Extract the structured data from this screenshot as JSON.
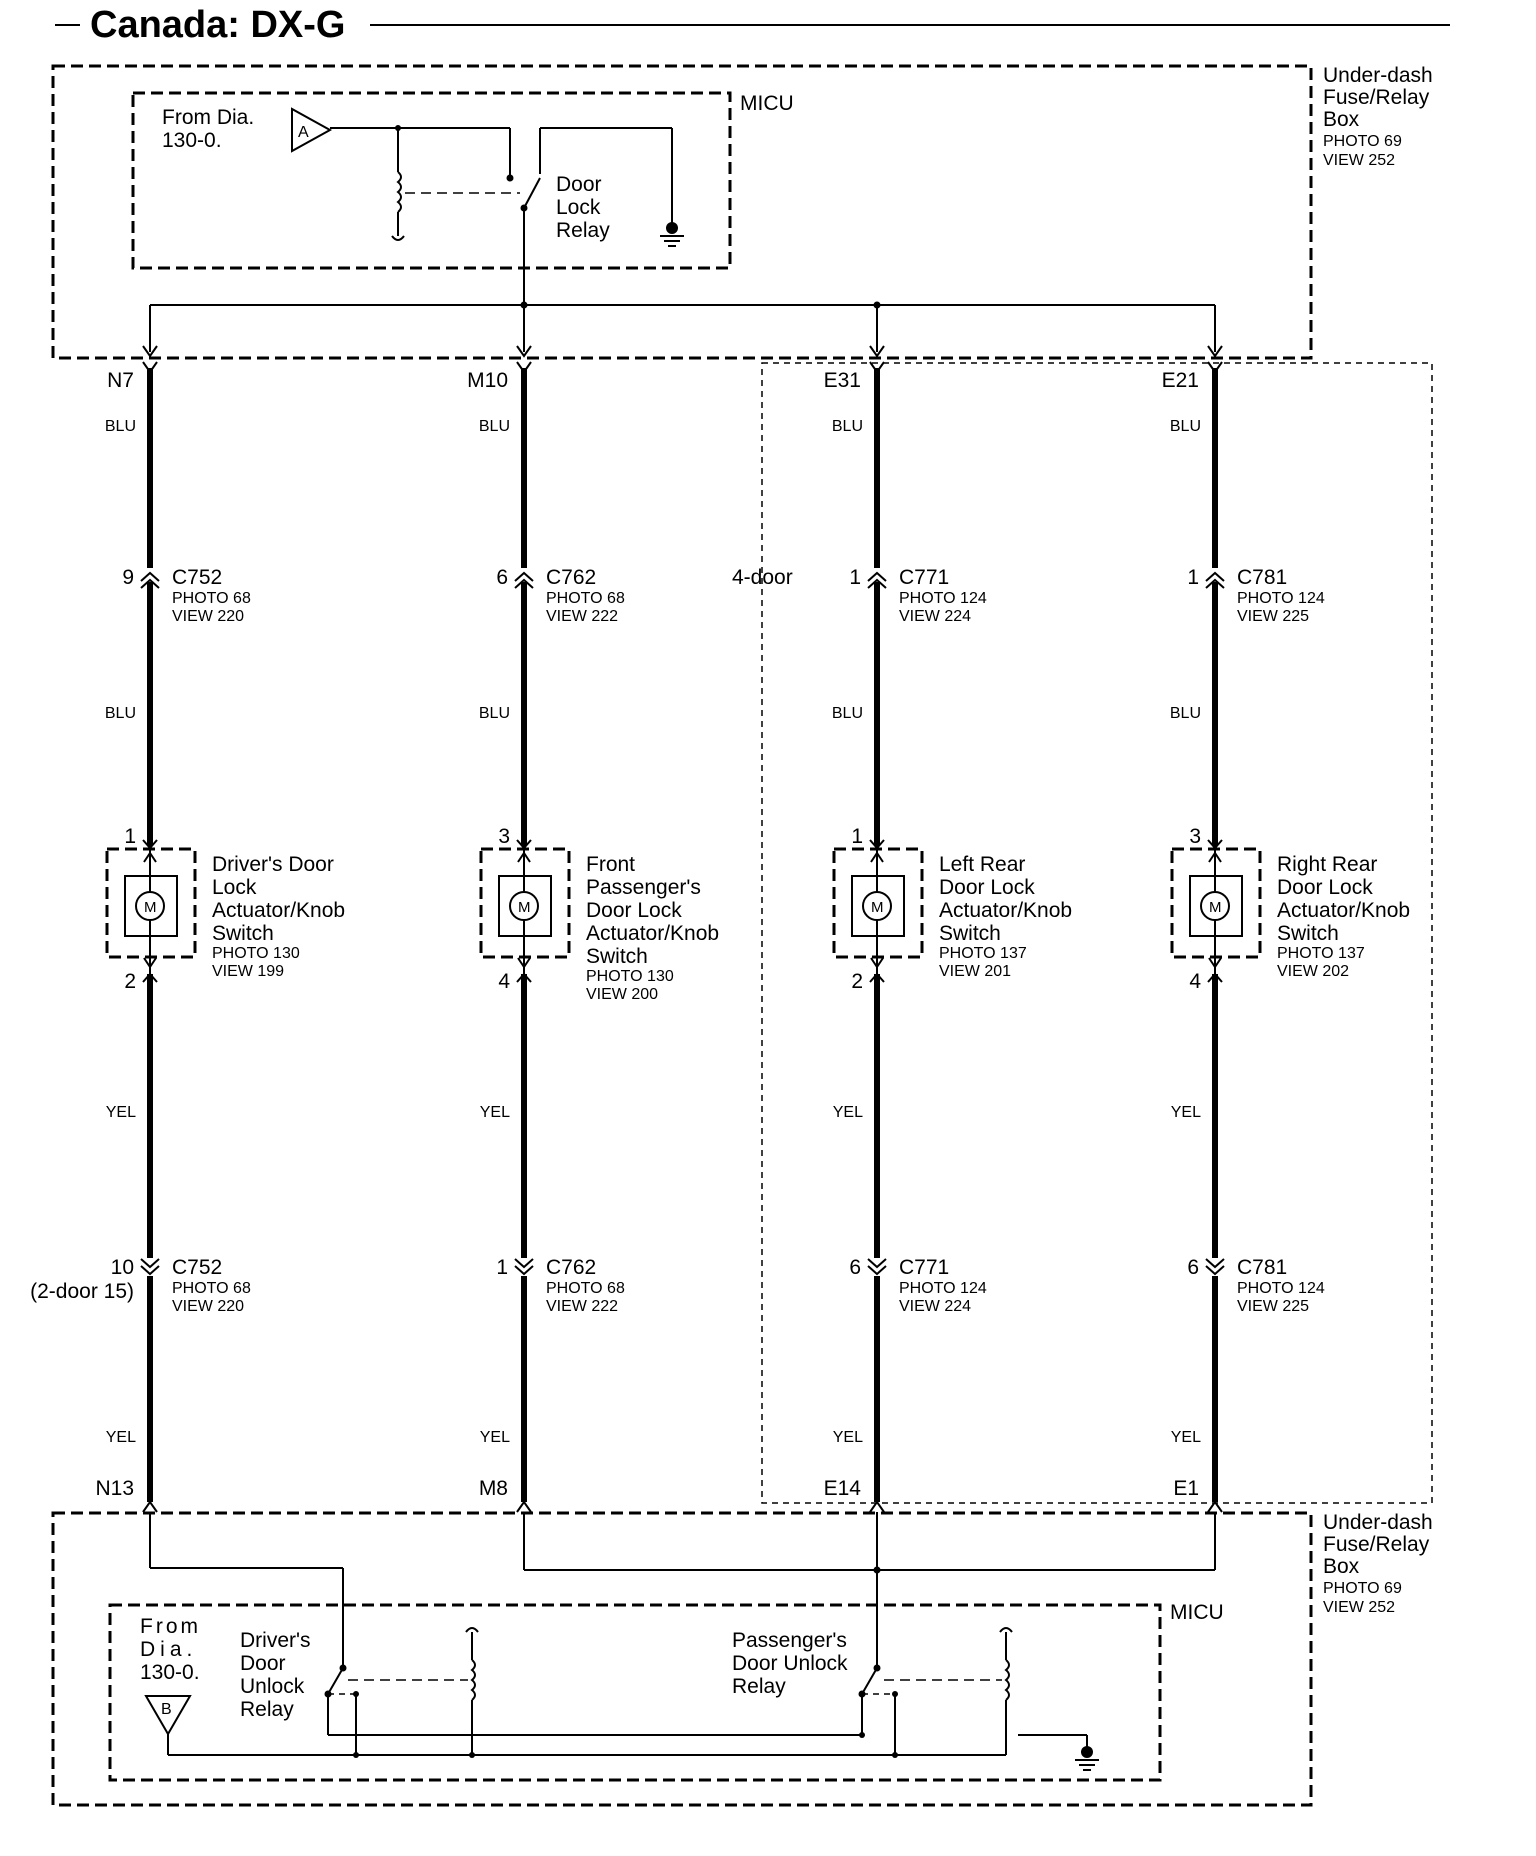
{
  "title": "Canada: DX-G",
  "top_box": {
    "name_lines": [
      "Under-dash",
      "Fuse/Relay",
      "Box"
    ],
    "photo": "PHOTO 69",
    "view": "VIEW 252",
    "micu": "MICU",
    "from_dia_lines": [
      "From Dia.",
      "130-0."
    ],
    "connector_a": "A",
    "relay_lines": [
      "Door",
      "Lock",
      "Relay"
    ]
  },
  "bottom_box": {
    "name_lines": [
      "Under-dash",
      "Fuse/Relay",
      "Box"
    ],
    "photo": "PHOTO 69",
    "view": "VIEW 252",
    "micu": "MICU",
    "from_dia_lines": [
      "From",
      "Dia.",
      "130-0."
    ],
    "connector_b": "B",
    "driver_relay_lines": [
      "Driver's",
      "Door",
      "Unlock",
      "Relay"
    ],
    "passenger_relay_lines": [
      "Passenger's",
      "Door Unlock",
      "Relay"
    ]
  },
  "four_door_label": "4-door",
  "columns": [
    {
      "top_terminal": "N7",
      "wire_upper": "BLU",
      "upper_pin": "9",
      "upper_connector": "C752",
      "upper_photo": "PHOTO 68",
      "upper_view": "VIEW 220",
      "wire_mid": "BLU",
      "actuator_pin_top": "1",
      "actuator_label_lines": [
        "Driver's Door",
        "Lock",
        "Actuator/Knob",
        "Switch"
      ],
      "actuator_photo": "PHOTO 130",
      "actuator_view": "VIEW 199",
      "actuator_pin_bottom": "2",
      "wire_lower": "YEL",
      "lower_pin": "10",
      "lower_note": "(2-door 15)",
      "lower_connector": "C752",
      "lower_photo": "PHOTO 68",
      "lower_view": "VIEW 220",
      "wire_bottom": "YEL",
      "bottom_terminal": "N13"
    },
    {
      "top_terminal": "M10",
      "wire_upper": "BLU",
      "upper_pin": "6",
      "upper_connector": "C762",
      "upper_photo": "PHOTO 68",
      "upper_view": "VIEW 222",
      "wire_mid": "BLU",
      "actuator_pin_top": "3",
      "actuator_label_lines": [
        "Front",
        "Passenger's",
        "Door Lock",
        "Actuator/Knob",
        "Switch"
      ],
      "actuator_photo": "PHOTO 130",
      "actuator_view": "VIEW 200",
      "actuator_pin_bottom": "4",
      "wire_lower": "YEL",
      "lower_pin": "1",
      "lower_note": "",
      "lower_connector": "C762",
      "lower_photo": "PHOTO 68",
      "lower_view": "VIEW 222",
      "wire_bottom": "YEL",
      "bottom_terminal": "M8"
    },
    {
      "top_terminal": "E31",
      "wire_upper": "BLU",
      "upper_pin": "1",
      "upper_connector": "C771",
      "upper_photo": "PHOTO 124",
      "upper_view": "VIEW 224",
      "wire_mid": "BLU",
      "actuator_pin_top": "1",
      "actuator_label_lines": [
        "Left Rear",
        "Door Lock",
        "Actuator/Knob",
        "Switch"
      ],
      "actuator_photo": "PHOTO 137",
      "actuator_view": "VIEW 201",
      "actuator_pin_bottom": "2",
      "wire_lower": "YEL",
      "lower_pin": "6",
      "lower_note": "",
      "lower_connector": "C771",
      "lower_photo": "PHOTO 124",
      "lower_view": "VIEW 224",
      "wire_bottom": "YEL",
      "bottom_terminal": "E14"
    },
    {
      "top_terminal": "E21",
      "wire_upper": "BLU",
      "upper_pin": "1",
      "upper_connector": "C781",
      "upper_photo": "PHOTO 124",
      "upper_view": "VIEW 225",
      "wire_mid": "BLU",
      "actuator_pin_top": "3",
      "actuator_label_lines": [
        "Right Rear",
        "Door Lock",
        "Actuator/Knob",
        "Switch"
      ],
      "actuator_photo": "PHOTO 137",
      "actuator_view": "VIEW 202",
      "actuator_pin_bottom": "4",
      "wire_lower": "YEL",
      "lower_pin": "6",
      "lower_note": "",
      "lower_connector": "C781",
      "lower_photo": "PHOTO 124",
      "lower_view": "VIEW 225",
      "wire_bottom": "YEL",
      "bottom_terminal": "E1"
    }
  ],
  "motor_symbol": "M"
}
